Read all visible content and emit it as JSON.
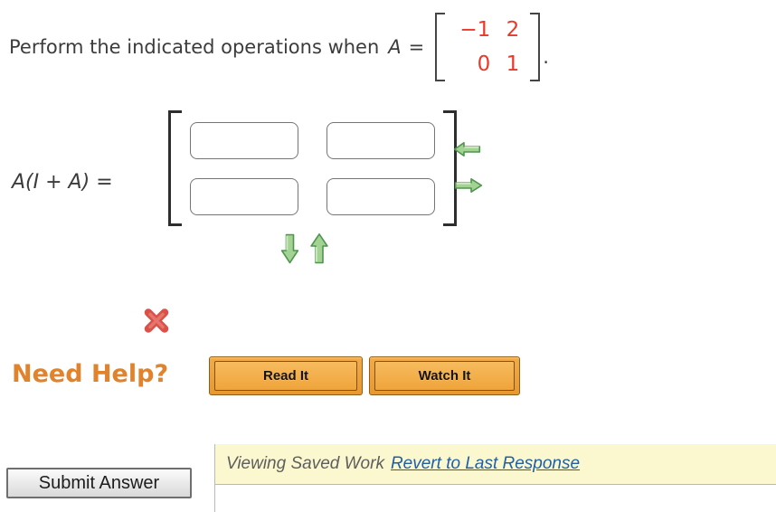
{
  "colors": {
    "red-value": "#e8392a",
    "text-dark": "#3c3c3c",
    "orange-help": "#e0832c",
    "btn-border": "#8e5d16",
    "yellow-bar": "#fbf8d0",
    "link-blue": "#1e5fa7",
    "green-fill": "#a3d392",
    "green-border": "#4f944f",
    "x-red": "#db5047"
  },
  "prompt": {
    "text": "Perform the indicated operations when",
    "var": "A",
    "eq": "=",
    "matrix": {
      "rows": [
        [
          "−1",
          "2"
        ],
        [
          "0",
          "1"
        ]
      ]
    },
    "period": "."
  },
  "answer": {
    "expr": "A(I + A)",
    "eq": "=",
    "inputs": [
      "",
      "",
      "",
      ""
    ]
  },
  "icons": {
    "left": "arrow-left",
    "right": "arrow-right",
    "down": "arrow-down",
    "up": "arrow-up",
    "incorrect": "x-mark"
  },
  "help": {
    "label": "Need Help?",
    "read": "Read It",
    "watch": "Watch It"
  },
  "footer": {
    "submit": "Submit Answer",
    "status": "Viewing Saved Work",
    "link": "Revert to Last Response"
  }
}
